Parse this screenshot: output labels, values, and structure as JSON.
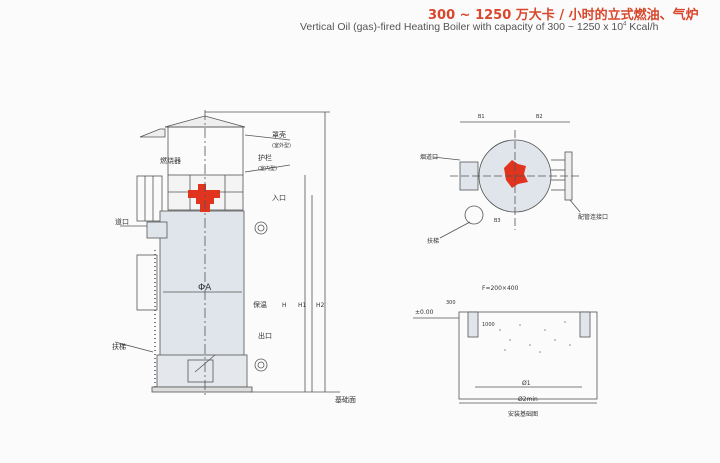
{
  "title": "300 ~ 1250 万大卡 / 小时的立式燃油、气炉",
  "subtitle": "Vertical Oil (gas)-fired Heating Boiler with capacity of 300 ~ 1250 x 10",
  "subtitle_exp": "4",
  "subtitle_unit": " Kcal/h",
  "colors": {
    "accent": "#d8472c",
    "burner": "#e0341e",
    "body": "#dfe5ea"
  },
  "side_view": {
    "hood": "罩壳",
    "hood_note": "(室外型)",
    "railing": "护栏",
    "railing_note": "(室内型)",
    "burner": "燃烧器",
    "inlet": "入口",
    "flue": "道口",
    "insulation": "保温",
    "outlet": "出口",
    "ladder": "扶梯",
    "diameter": "ΦA",
    "h": "H",
    "h1": "H1",
    "h2": "H2",
    "base": "基础面"
  },
  "top_view": {
    "flue": "烟道口",
    "ladder": "扶梯",
    "pipe": "配管连接口",
    "b1": "B1",
    "b2": "B2",
    "b3": "B3"
  },
  "foundation": {
    "f": "F=200×400",
    "depth": "300",
    "level": "±0.00",
    "bolt": "1000",
    "d1": "Ø1",
    "d2": "Ø2min",
    "caption": "安装基础图"
  }
}
